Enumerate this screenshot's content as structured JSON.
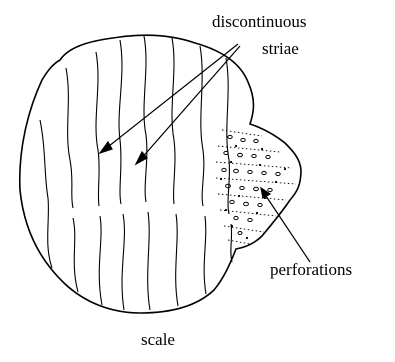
{
  "figure": {
    "labels": {
      "discontinuous": "discontinuous",
      "striae": "striae",
      "perforations": "perforations",
      "scale": "scale"
    },
    "ink_color": "#000000",
    "paper_color": "#ffffff"
  }
}
